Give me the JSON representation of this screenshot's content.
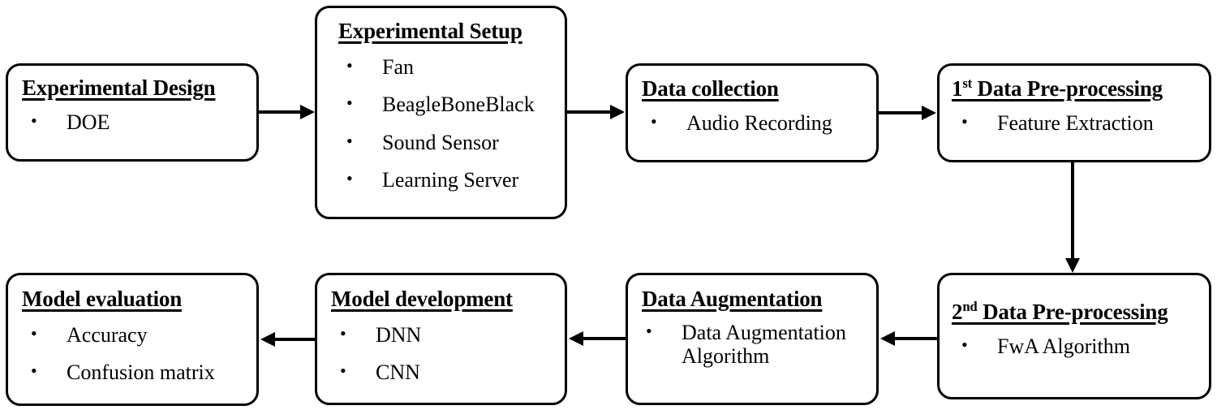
{
  "diagram": {
    "title": "Experimental workflow flowchart",
    "stroke_color": "#000000",
    "background_color": "#ffffff",
    "nodes": [
      {
        "id": "experimental-design",
        "title": "Experimental Design",
        "bullets": [
          "DOE"
        ]
      },
      {
        "id": "experimental-setup",
        "title": "Experimental Setup",
        "bullets": [
          "Fan",
          "BeagleBoneBlack",
          "Sound Sensor",
          "Learning Server"
        ]
      },
      {
        "id": "data-collection",
        "title": "Data collection",
        "bullets": [
          "Audio Recording"
        ]
      },
      {
        "id": "first-data-pre-processing",
        "title_prefix": "1",
        "title_sup": "st",
        "title_rest": " Data Pre-processing",
        "bullets": [
          "Feature Extraction"
        ]
      },
      {
        "id": "second-data-pre-processing",
        "title_prefix": "2",
        "title_sup": "nd",
        "title_rest": " Data Pre-processing",
        "bullets": [
          "FwA Algorithm"
        ]
      },
      {
        "id": "data-augmentation",
        "title": "Data Augmentation",
        "bullets": [
          "Data Augmentation\nAlgorithm"
        ]
      },
      {
        "id": "model-development",
        "title": "Model development",
        "bullets": [
          "DNN",
          "CNN"
        ]
      },
      {
        "id": "model-evaluation",
        "title": "Model evaluation",
        "bullets": [
          "Accuracy",
          "Confusion  matrix"
        ]
      }
    ],
    "connectors": [
      {
        "id": "design-to-setup",
        "from": "experimental-design",
        "to": "experimental-setup",
        "direction": "right"
      },
      {
        "id": "setup-to-collection",
        "from": "experimental-setup",
        "to": "data-collection",
        "direction": "right"
      },
      {
        "id": "collection-to-pre1",
        "from": "data-collection",
        "to": "first-data-pre-processing",
        "direction": "right"
      },
      {
        "id": "pre1-to-pre2",
        "from": "first-data-pre-processing",
        "to": "second-data-pre-processing",
        "direction": "down"
      },
      {
        "id": "pre2-to-augmentation",
        "from": "second-data-pre-processing",
        "to": "data-augmentation",
        "direction": "left"
      },
      {
        "id": "augmentation-to-development",
        "from": "data-augmentation",
        "to": "model-development",
        "direction": "left"
      },
      {
        "id": "development-to-evaluation",
        "from": "model-development",
        "to": "model-evaluation",
        "direction": "left"
      }
    ]
  }
}
